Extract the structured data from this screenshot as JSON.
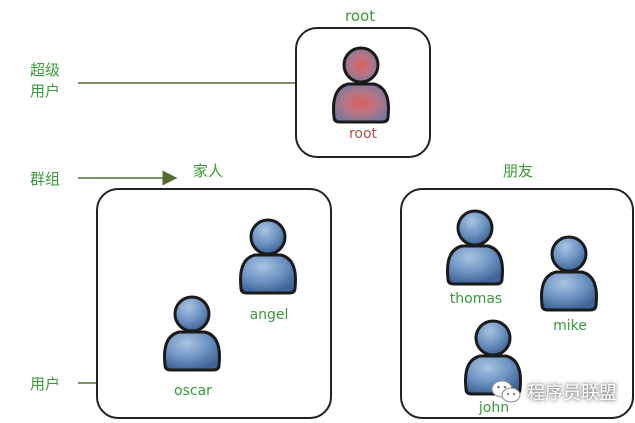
{
  "labels": {
    "superuser": "超级用户",
    "group": "群组",
    "user": "用户",
    "family": "家人",
    "friends": "朋友",
    "root_header": "root"
  },
  "users": {
    "root": "root",
    "angel": "angel",
    "oscar": "oscar",
    "thomas": "thomas",
    "mike": "mike",
    "john": "john"
  },
  "watermark": {
    "text": "程序员联盟",
    "icon": "wechat-icon"
  },
  "colors": {
    "label_green": "#3a9a3a",
    "arrow": "#556b2f",
    "user_fill": "#5b84b6",
    "user_fill_light": "#8fb0d6",
    "root_accent": "#d0605e",
    "box_border": "#222222"
  }
}
